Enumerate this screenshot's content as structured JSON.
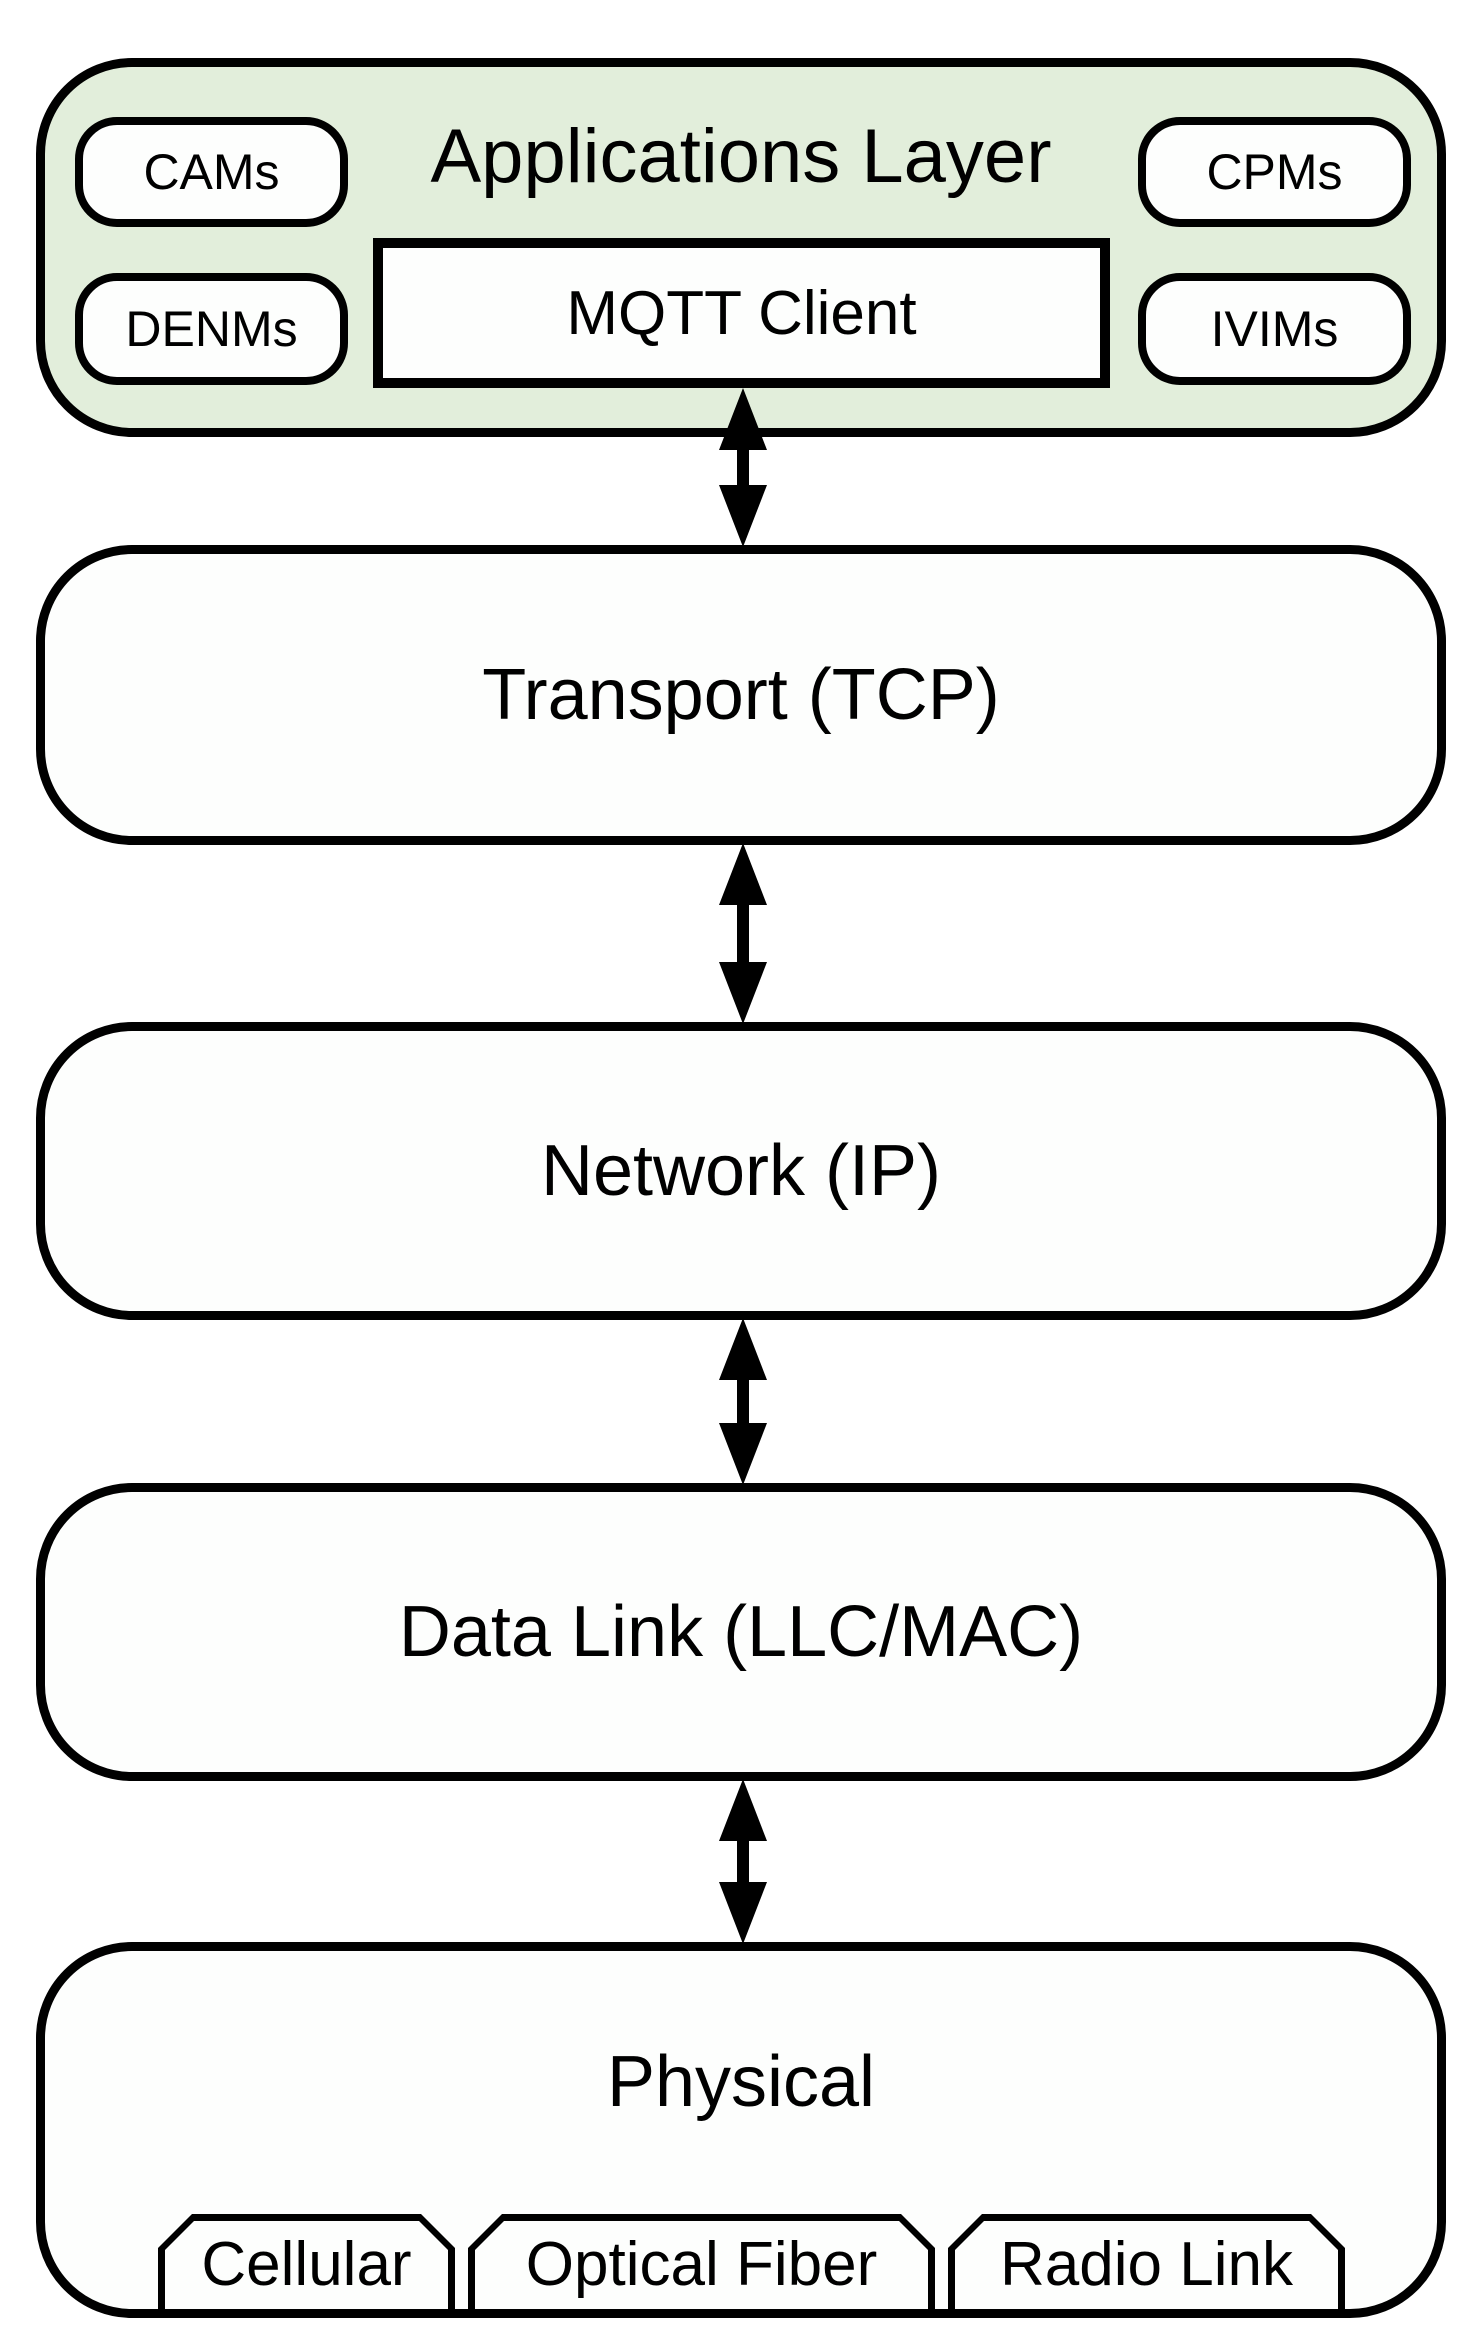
{
  "applications_layer": {
    "title": "Applications Layer",
    "badges": {
      "top_left": "CAMs",
      "top_right": "CPMs",
      "bottom_left": "DENMs",
      "bottom_right": "IVIMs"
    },
    "mqtt_client_label": "MQTT Client"
  },
  "layers": {
    "transport": "Transport (TCP)",
    "network": "Network (IP)",
    "data_link": "Data Link (LLC/MAC)",
    "physical": "Physical"
  },
  "physical_sublayers": {
    "left": "Cellular",
    "center": "Optical Fiber",
    "right": "Radio Link"
  },
  "icons": {
    "layer_link": "double-headed-vertical-arrow"
  },
  "colors": {
    "applications_layer_bg": "#e2eedb",
    "layer_bg": "#fdfefd",
    "outline": "#000000",
    "text": "#000000"
  }
}
